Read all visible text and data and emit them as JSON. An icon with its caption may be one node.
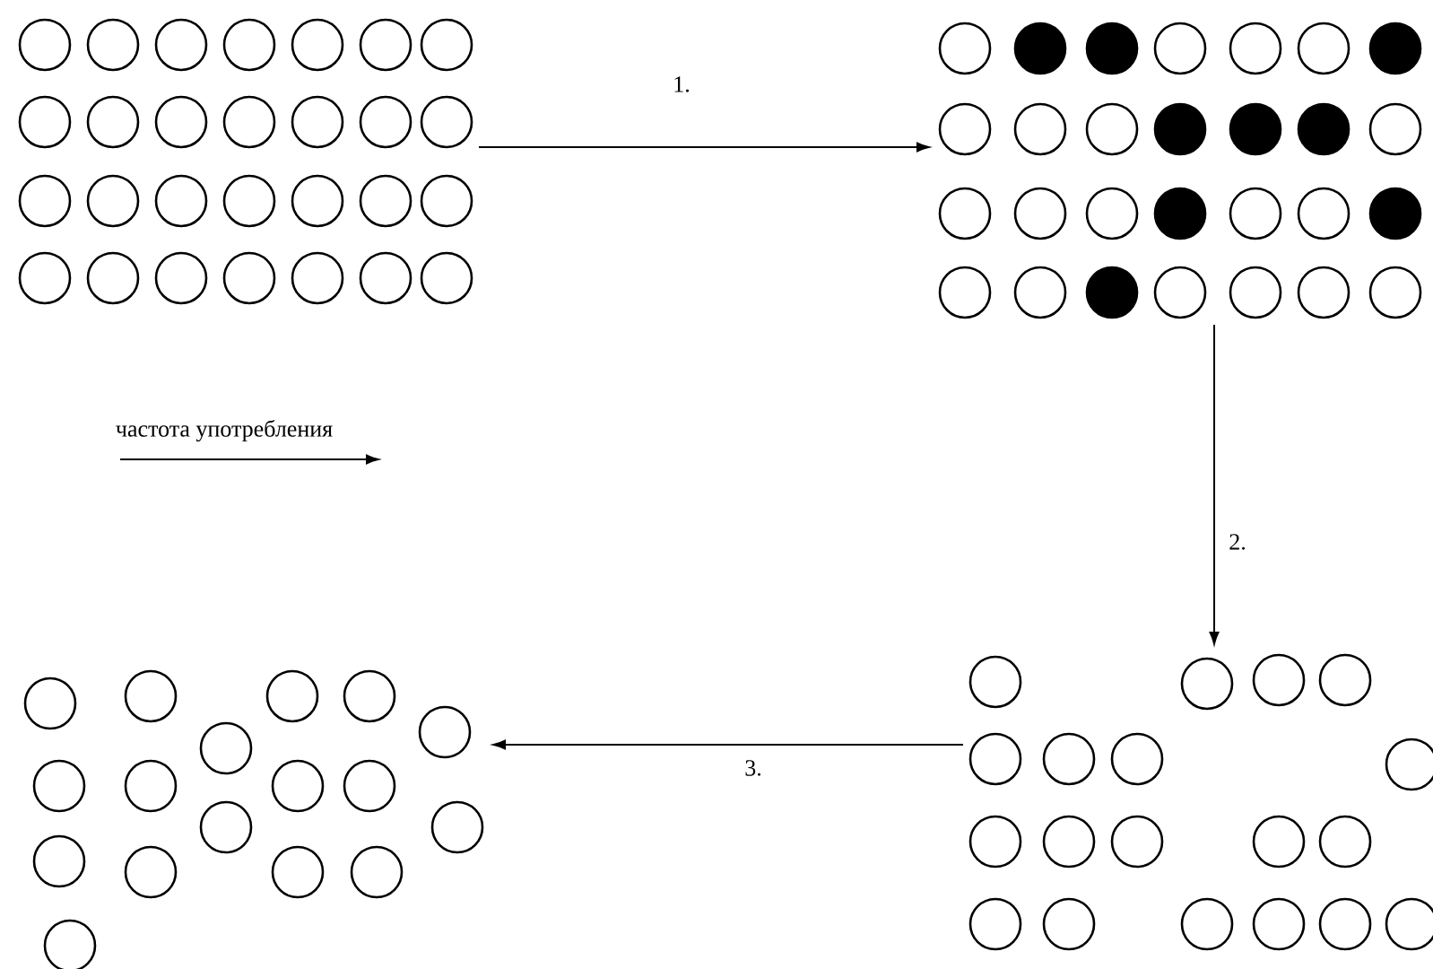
{
  "diagram": {
    "nodes": [
      {
        "text": [],
        "shape": "picture"
      },
      {
        "text": [],
        "shape": "picture"
      },
      {
        "text": [],
        "shape": "picture"
      },
      {
        "text": [],
        "shape": "picture"
      }
    ],
    "edges": [
      {
        "from": 0,
        "to": 1,
        "arrow": "to",
        "label": "1."
      },
      {
        "from": 1,
        "to": 2,
        "arrow": "to",
        "label": "2."
      },
      {
        "from": 2,
        "to": 3,
        "arrow": "to",
        "label": "3."
      }
    ],
    "labels": [
      "частота употребления"
    ]
  }
}
